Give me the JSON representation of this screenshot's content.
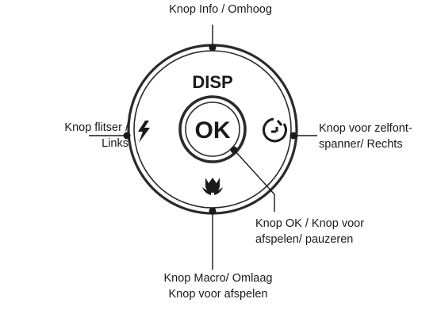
{
  "labels": {
    "top": "Knop Info / Omhoog",
    "left_line1": "Knop flitser /",
    "left_line2": "Links",
    "right_line1": "Knop voor zelfont-",
    "right_line2": "spanner/ Rechts",
    "ok_line1": "Knop OK / Knop voor",
    "ok_line2": "afspelen/ pauzeren",
    "bottom_line1": "Knop Macro/ Omlaag",
    "bottom_line2": "Knop voor afspelen"
  },
  "buttons": {
    "disp": "DISP",
    "ok": "OK"
  },
  "icons": {
    "left": "flash-icon",
    "right": "self-timer-icon",
    "bottom": "macro-tulip-icon"
  }
}
